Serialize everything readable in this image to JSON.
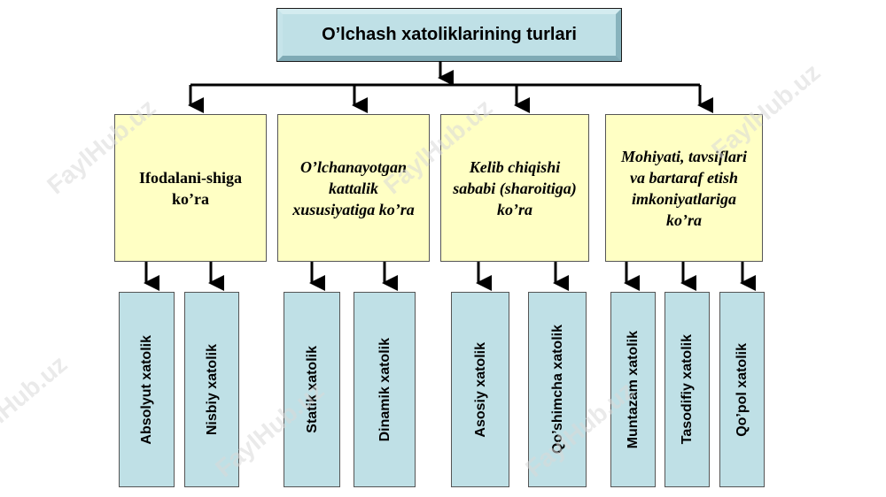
{
  "title": "O’lchash xatoliklarining turlari",
  "watermark": "FaylHub.uz",
  "categories": [
    {
      "label": "Ifodalani-shiga ko’ra",
      "italic": false,
      "leaves": [
        "Absolyut xatolik",
        "Nisbiy xatolik"
      ]
    },
    {
      "label": "O’lchanayotgan kattalik xususiyatiga ko’ra",
      "italic": true,
      "leaves": [
        "Statik xatolik",
        "Dinamik xatolik"
      ]
    },
    {
      "label": "Kelib chiqishi sababi (sharoitiga) ko’ra",
      "italic": true,
      "leaves": [
        "Asosiy xatolik",
        "Qo’shimcha xatolik"
      ]
    },
    {
      "label": "Mohiyati, tavsiflari va bartaraf etish imkoniyatlariga ko’ra",
      "italic": true,
      "leaves": [
        "Muntazam xatolik",
        "Tasodifiy xatolik",
        "Qo’pol xatolik"
      ]
    }
  ],
  "colors": {
    "title_fill": "#bfe0e6",
    "category_fill": "#ffffc4",
    "leaf_fill": "#bfe0e6",
    "connector": "#000000"
  }
}
